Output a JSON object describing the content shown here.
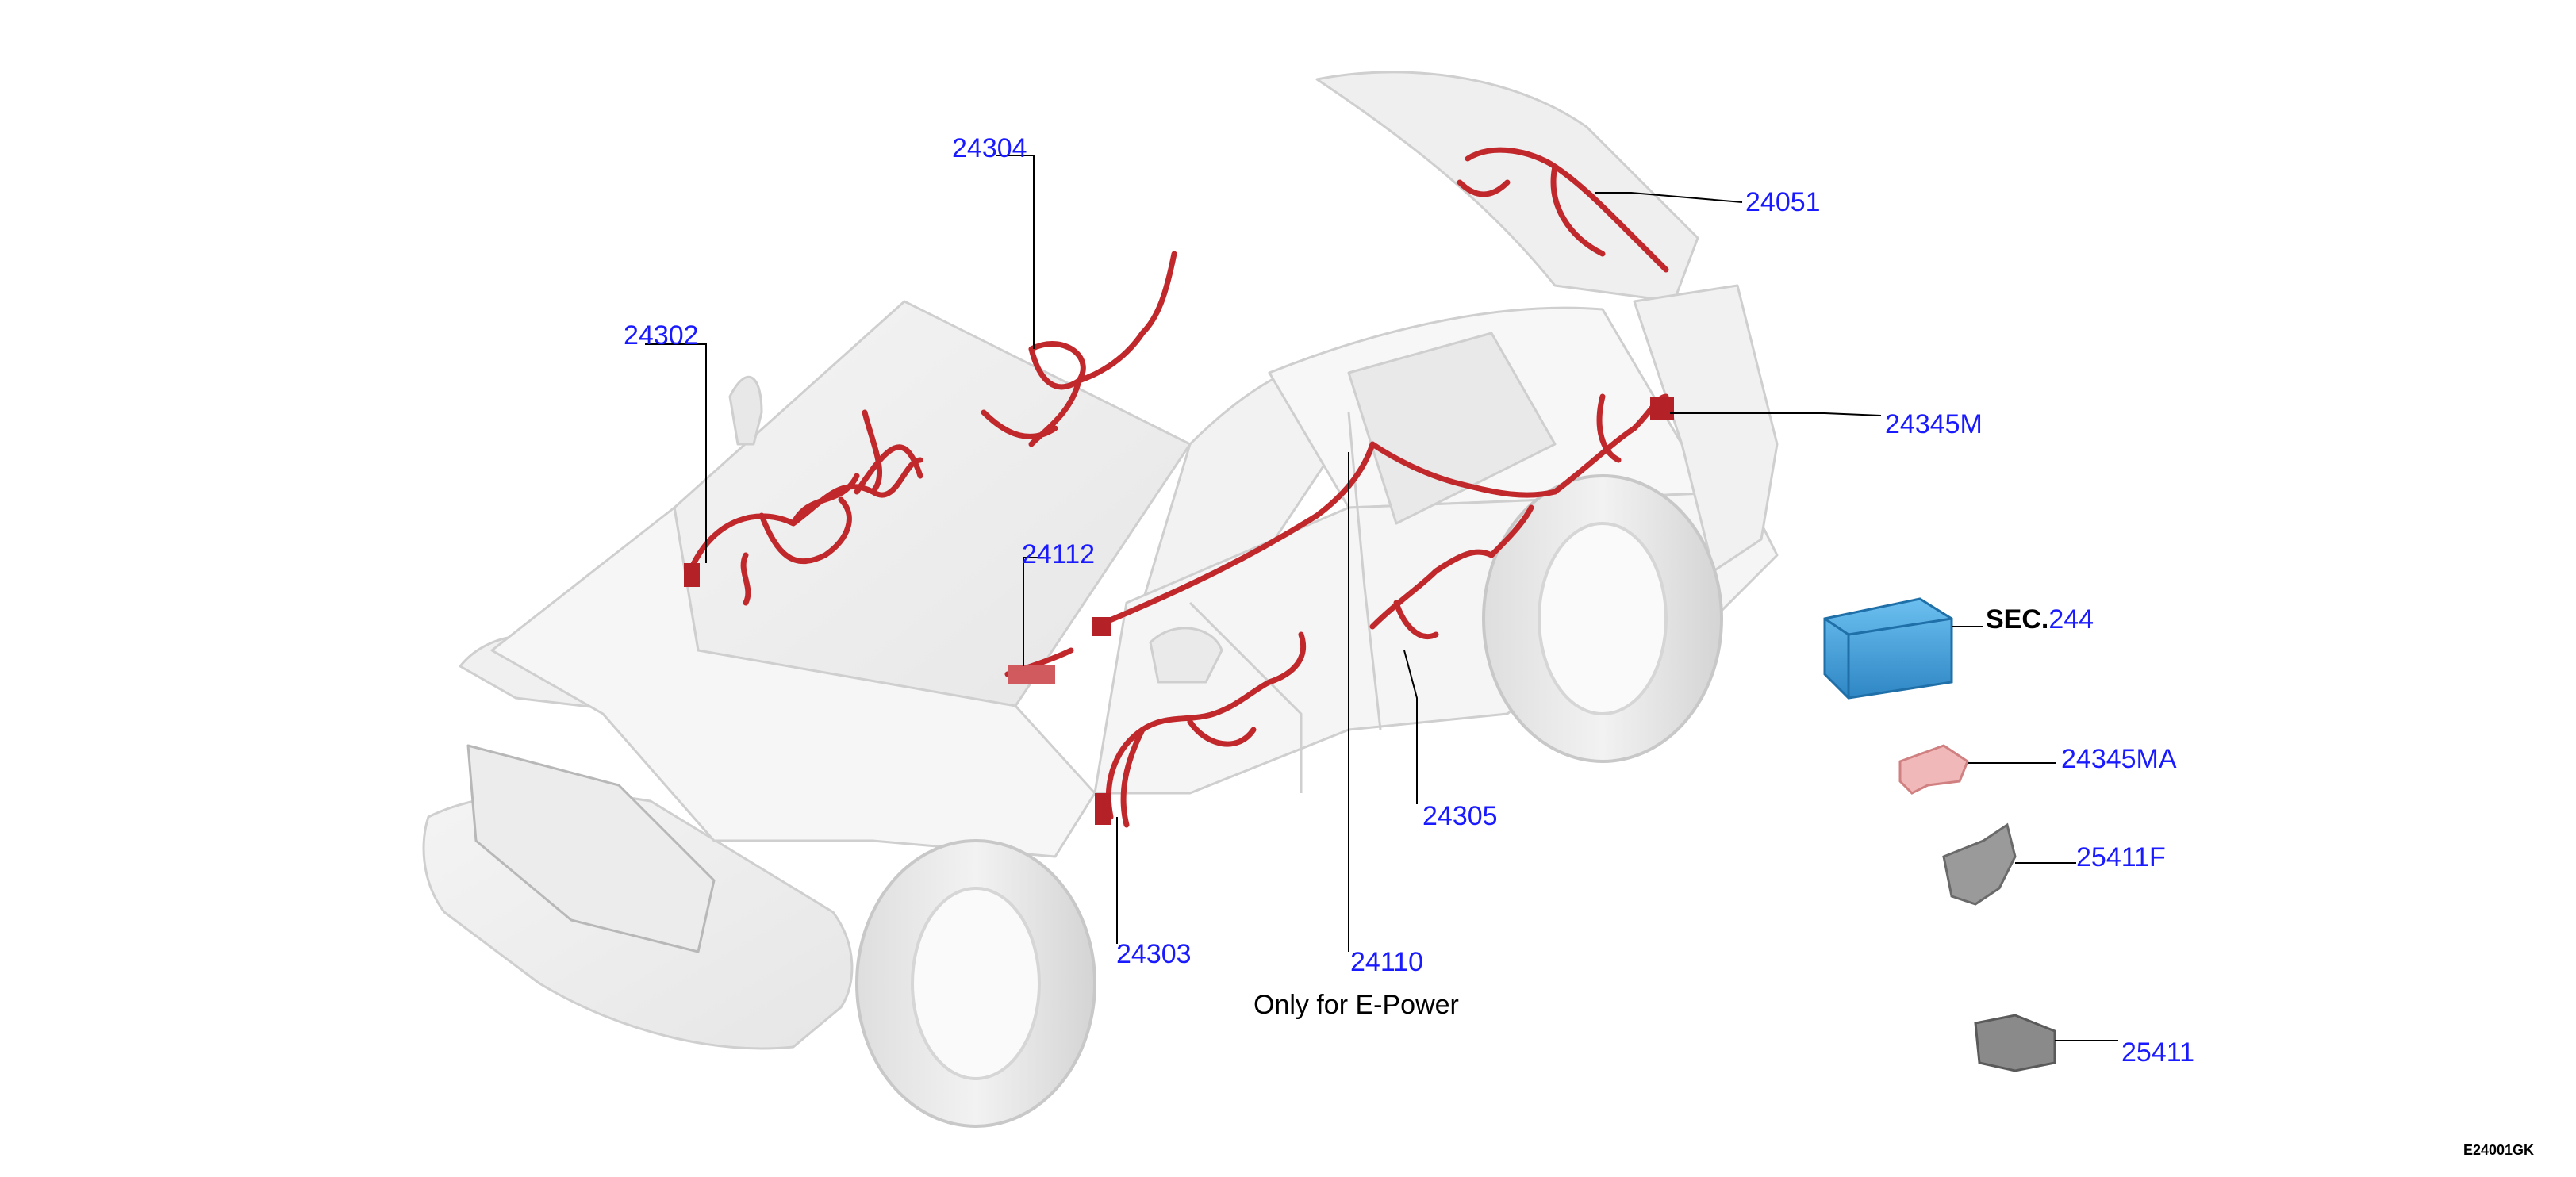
{
  "labels": {
    "p24304": "24304",
    "p24302": "24302",
    "p24051": "24051",
    "p24345M": "24345M",
    "p24112": "24112",
    "p24305": "24305",
    "p24303": "24303",
    "p24110": "24110",
    "p24345MA": "24345MA",
    "p25411F": "25411F",
    "p25411": "25411"
  },
  "section_ref": {
    "prefix": "SEC.",
    "number": "244"
  },
  "note": "Only for E-Power",
  "diagram_id": "E24001GK",
  "colors": {
    "label": "#1a1aff",
    "harness": "#c0282c",
    "body_outline": "#d0d0d0",
    "battery": "#3fa0dc",
    "bracket": "#e8a0a0",
    "leader": "#000000"
  }
}
